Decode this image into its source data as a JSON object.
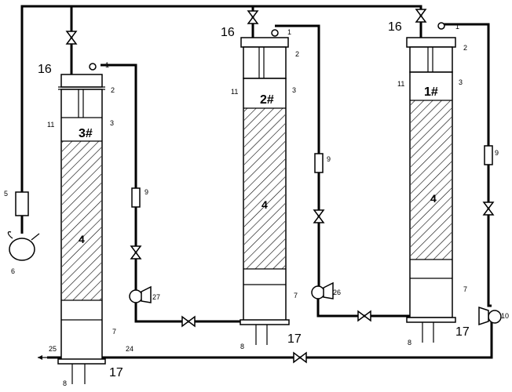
{
  "columns": [
    {
      "number": "3#",
      "media_label": "4"
    },
    {
      "number": "2#",
      "media_label": "4"
    },
    {
      "number": "1#",
      "media_label": "4"
    }
  ],
  "labels": {
    "top_flange": "16",
    "sensor": "1",
    "cap": "2",
    "baffle": "3",
    "body": "11",
    "lower_plate": "7",
    "flowmeter": "9",
    "sample": "8",
    "bottom_flange": "17",
    "tank": "5",
    "feed_pump": "6",
    "pump_27": "27",
    "pump_26": "26",
    "pump_10": "10",
    "inlet_25": "25",
    "drain_24": "24"
  }
}
